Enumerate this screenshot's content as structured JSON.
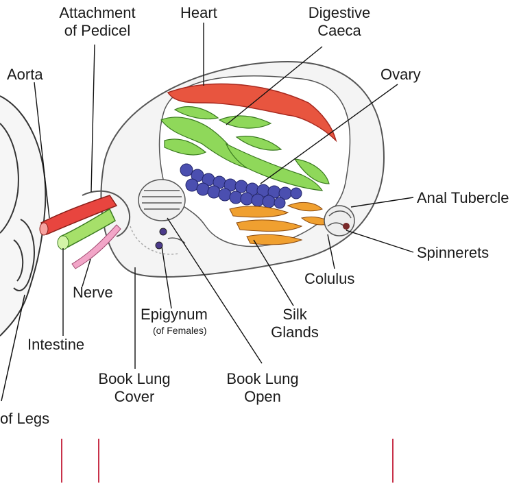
{
  "labels": {
    "attachment_line1": "Attachment",
    "attachment_line2": "of Pedicel",
    "heart": "Heart",
    "digestive_line1": "Digestive",
    "digestive_line2": "Caeca",
    "aorta": "Aorta",
    "ovary": "Ovary",
    "anal_tubercle": "Anal Tubercle",
    "spinnerets": "Spinnerets",
    "colulus": "Colulus",
    "nerve": "Nerve",
    "epigynum": "Epigynum",
    "epigynum_note": "(of Females)",
    "silk_line1": "Silk",
    "silk_line2": "Glands",
    "intestine": "Intestine",
    "book_lung_cover_line1": "Book Lung",
    "book_lung_cover_line2": "Cover",
    "book_lung_open_line1": "Book Lung",
    "book_lung_open_line2": "Open",
    "legs_partial": "of Legs"
  },
  "colors": {
    "heart": "#e8553f",
    "aorta": "#e8453f",
    "caeca": "#8fd85a",
    "intestine": "#a6e06a",
    "ovary": "#4b4fb0",
    "silk_glands": "#f0a030",
    "nerve": "#f2a6c8",
    "accent_lines": "#c8324a"
  }
}
